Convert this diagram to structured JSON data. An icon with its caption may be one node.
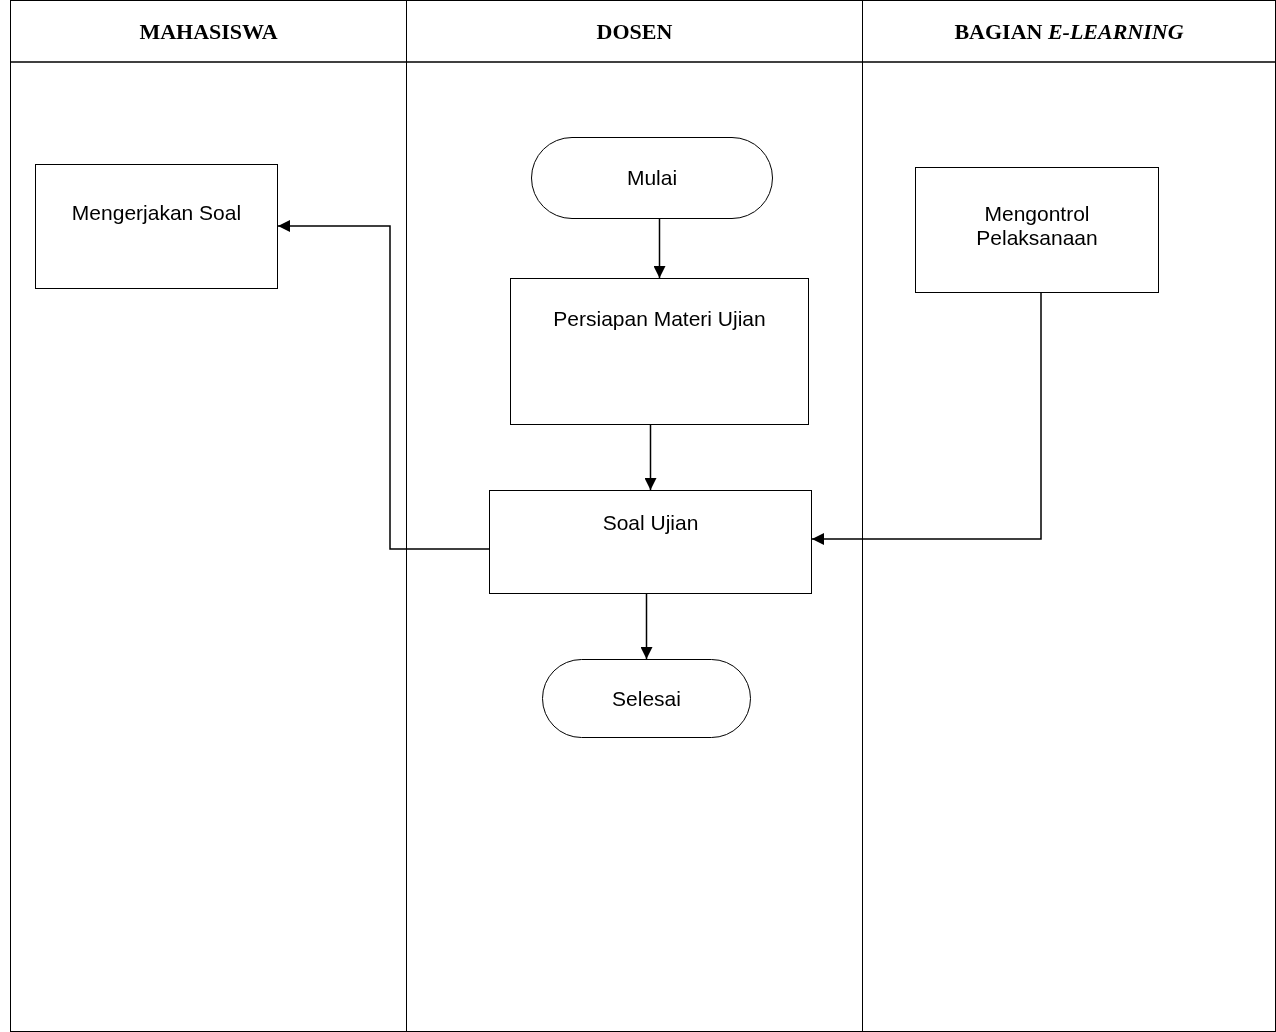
{
  "diagram": {
    "nodes": [
      {
        "text": [
          "MAHASISWA"
        ]
      },
      {
        "text": [
          "Mengerjakan Soal"
        ],
        "in": 0
      },
      {
        "text": [
          "DOSEN"
        ]
      },
      {
        "text": [
          "Mulai"
        ],
        "in": 2
      },
      {
        "text": [
          "Persiapan Materi Ujian"
        ],
        "in": 2
      },
      {
        "text": [
          "Soal Ujian"
        ],
        "in": 2
      },
      {
        "text": [
          "Selesai"
        ],
        "in": 2
      },
      {
        "text": [
          "BAGIAN *E-LEARNING*"
        ]
      },
      {
        "text": [
          "Mengontrol Pelaksanaan"
        ],
        "in": 7
      }
    ],
    "edges": [
      {
        "from": 3,
        "to": 4,
        "arrow": "to"
      },
      {
        "from": 4,
        "to": 5,
        "arrow": "to"
      },
      {
        "from": 5,
        "to": 6,
        "arrow": "to"
      },
      {
        "from": 5,
        "to": 1,
        "arrow": "to"
      },
      {
        "from": 8,
        "to": 5,
        "arrow": "to"
      }
    ]
  }
}
